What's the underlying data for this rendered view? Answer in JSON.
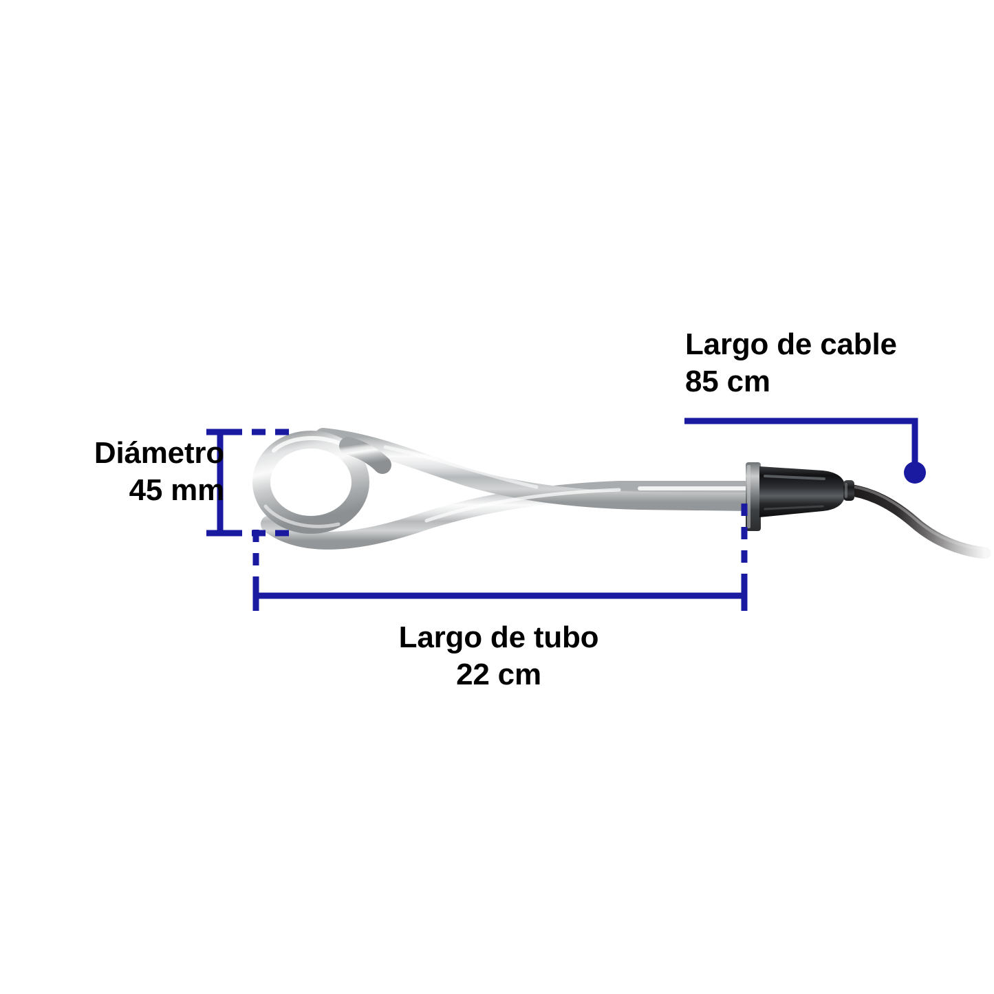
{
  "diagram": {
    "kind": "product-dimension-diagram",
    "product": "immersion-water-heater",
    "background_color": "#ffffff",
    "annotation_color": "#1a1aa0",
    "text_color": "#000000"
  },
  "annotations": {
    "diameter": {
      "name": "diametro",
      "label": "Diámetro",
      "value": "45 mm",
      "text": "Diámetro\n45 mm",
      "dimension_type": "vertical",
      "measures": "tube-loop-outer-diameter"
    },
    "tube_length": {
      "name": "largo-de-tubo",
      "label": "Largo de tubo",
      "value": "22 cm",
      "text": "Largo de tubo\n22 cm",
      "dimension_type": "horizontal",
      "measures": "heating-tube-length"
    },
    "cable_length": {
      "name": "largo-de-cable",
      "label": "Largo de cable",
      "value": "85 cm",
      "text": "Largo de cable\n85 cm",
      "dimension_type": "leader-callout",
      "measures": "power-cord-length"
    }
  },
  "product_parts": {
    "loop": "tube-loop",
    "shaft": "tube-shaft",
    "collar": "handle-collar-flange",
    "handle": "black-handle",
    "gland": "cable-gland",
    "cord": "power-cord"
  },
  "colors": {
    "blue": "#1a1aa0",
    "metal_light": "#f2f2f2",
    "metal_mid": "#b9bbbd",
    "metal_dark": "#8e9194",
    "handle_black": "#1c1c1e",
    "cord_black": "#231f20"
  }
}
